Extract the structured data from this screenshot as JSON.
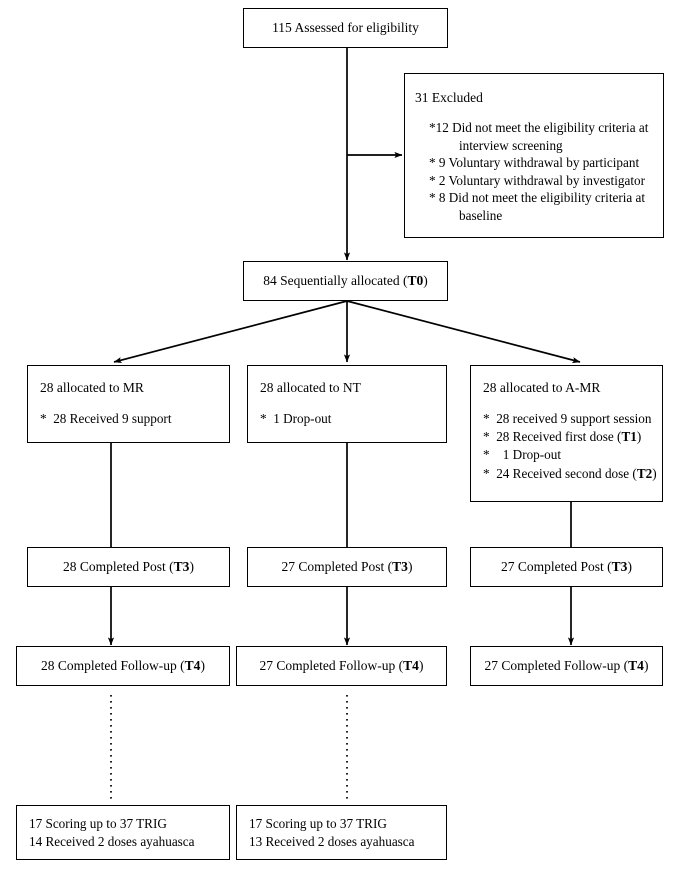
{
  "diagram": {
    "type": "consort-flow-diagram",
    "ink": "#000000",
    "paper": "#ffffff"
  },
  "assessed": {
    "text": "115 Assessed for eligibility"
  },
  "excluded": {
    "heading": "31 Excluded",
    "items": [
      {
        "marker": "*",
        "count": "12",
        "text": "Did not meet the eligibility criteria at",
        "cont": "interview screening"
      },
      {
        "marker": "*",
        "count": "9",
        "text": "Voluntary withdrawal by participant",
        "cont": ""
      },
      {
        "marker": "*",
        "count": "2",
        "text": "Voluntary withdrawal by investigator",
        "cont": ""
      },
      {
        "marker": "*",
        "count": "8",
        "text": "Did not meet the eligibility criteria at",
        "cont": "baseline"
      }
    ]
  },
  "allocated": {
    "prefix": "84 Sequentially allocated (",
    "tag": "T0",
    "suffix": ")"
  },
  "arms": [
    {
      "id": "mr",
      "heading": "28 allocated to MR",
      "items": [
        {
          "text": "*  28 Received 9 support",
          "tag": "",
          "tail": ""
        }
      ],
      "post": {
        "prefix": "28 Completed Post (",
        "tag": "T3",
        "suffix": ")"
      },
      "followup": {
        "prefix": "28 Completed Follow-up (",
        "tag": "T4",
        "suffix": ")"
      },
      "bottom": {
        "line1": "17 Scoring up to 37 TRIG",
        "line2": "14 Received 2 doses ayahuasca"
      }
    },
    {
      "id": "nt",
      "heading": "28 allocated to NT",
      "items": [
        {
          "text": "*  1 Drop-out",
          "tag": "",
          "tail": ""
        }
      ],
      "post": {
        "prefix": "27 Completed Post (",
        "tag": "T3",
        "suffix": ")"
      },
      "followup": {
        "prefix": "27 Completed Follow-up (",
        "tag": "T4",
        "suffix": ")"
      },
      "bottom": {
        "line1": "17 Scoring up to 37 TRIG",
        "line2": "13 Received 2 doses ayahuasca"
      }
    },
    {
      "id": "a-mr",
      "heading": "28 allocated to A-MR",
      "items": [
        {
          "text": "*  28 received 9 support session",
          "tag": "",
          "tail": ""
        },
        {
          "text": "*  28 Received first dose (",
          "tag": "T1",
          "tail": ")"
        },
        {
          "text": "*    1 Drop-out",
          "tag": "",
          "tail": ""
        },
        {
          "text": "*  24 Received second dose (",
          "tag": "T2",
          "tail": ")"
        }
      ],
      "post": {
        "prefix": "27 Completed Post (",
        "tag": "T3",
        "suffix": ")"
      },
      "followup": {
        "prefix": "27 Completed Follow-up (",
        "tag": "T4",
        "suffix": ")"
      },
      "bottom": null
    }
  ]
}
